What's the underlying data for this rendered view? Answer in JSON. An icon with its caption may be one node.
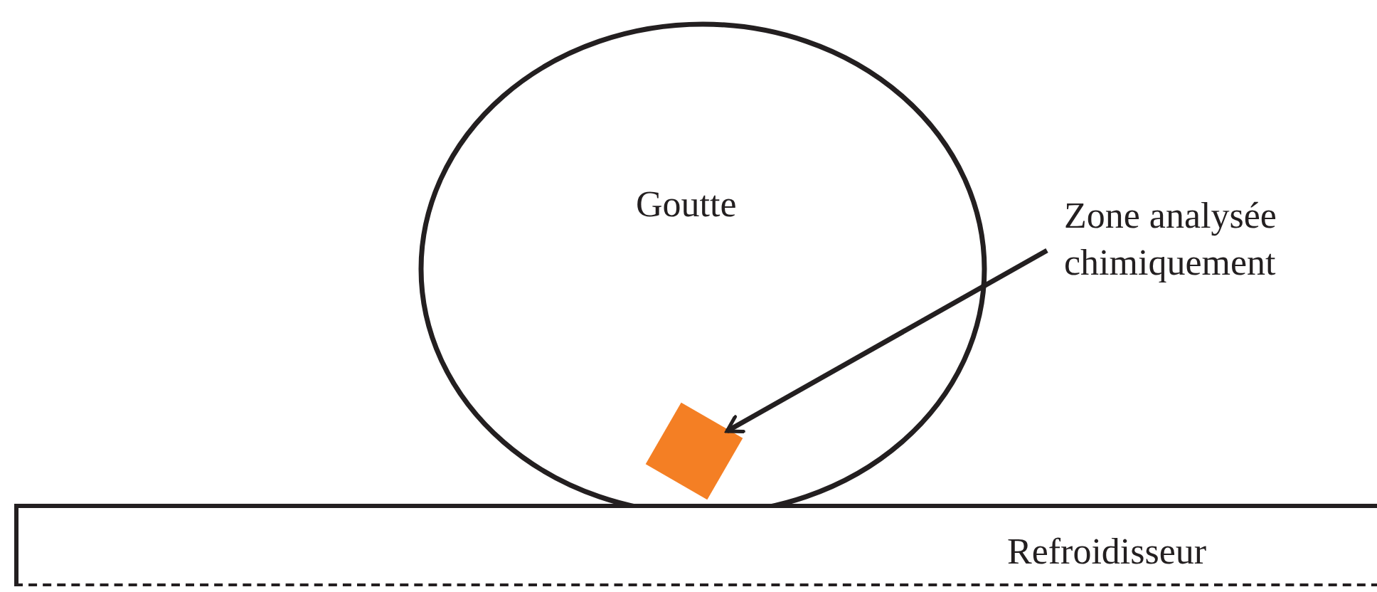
{
  "diagram": {
    "nodes": [
      {
        "text": [
          "Goutte"
        ]
      },
      {
        "text": [
          "Zone analysée chimiquement"
        ]
      },
      {
        "text": [],
        "shape": "box",
        "in": 0
      },
      {
        "text": [
          "Refroidisseur"
        ]
      }
    ],
    "edges": [
      {
        "from": 1,
        "to": 2,
        "arrow": "to"
      }
    ]
  }
}
